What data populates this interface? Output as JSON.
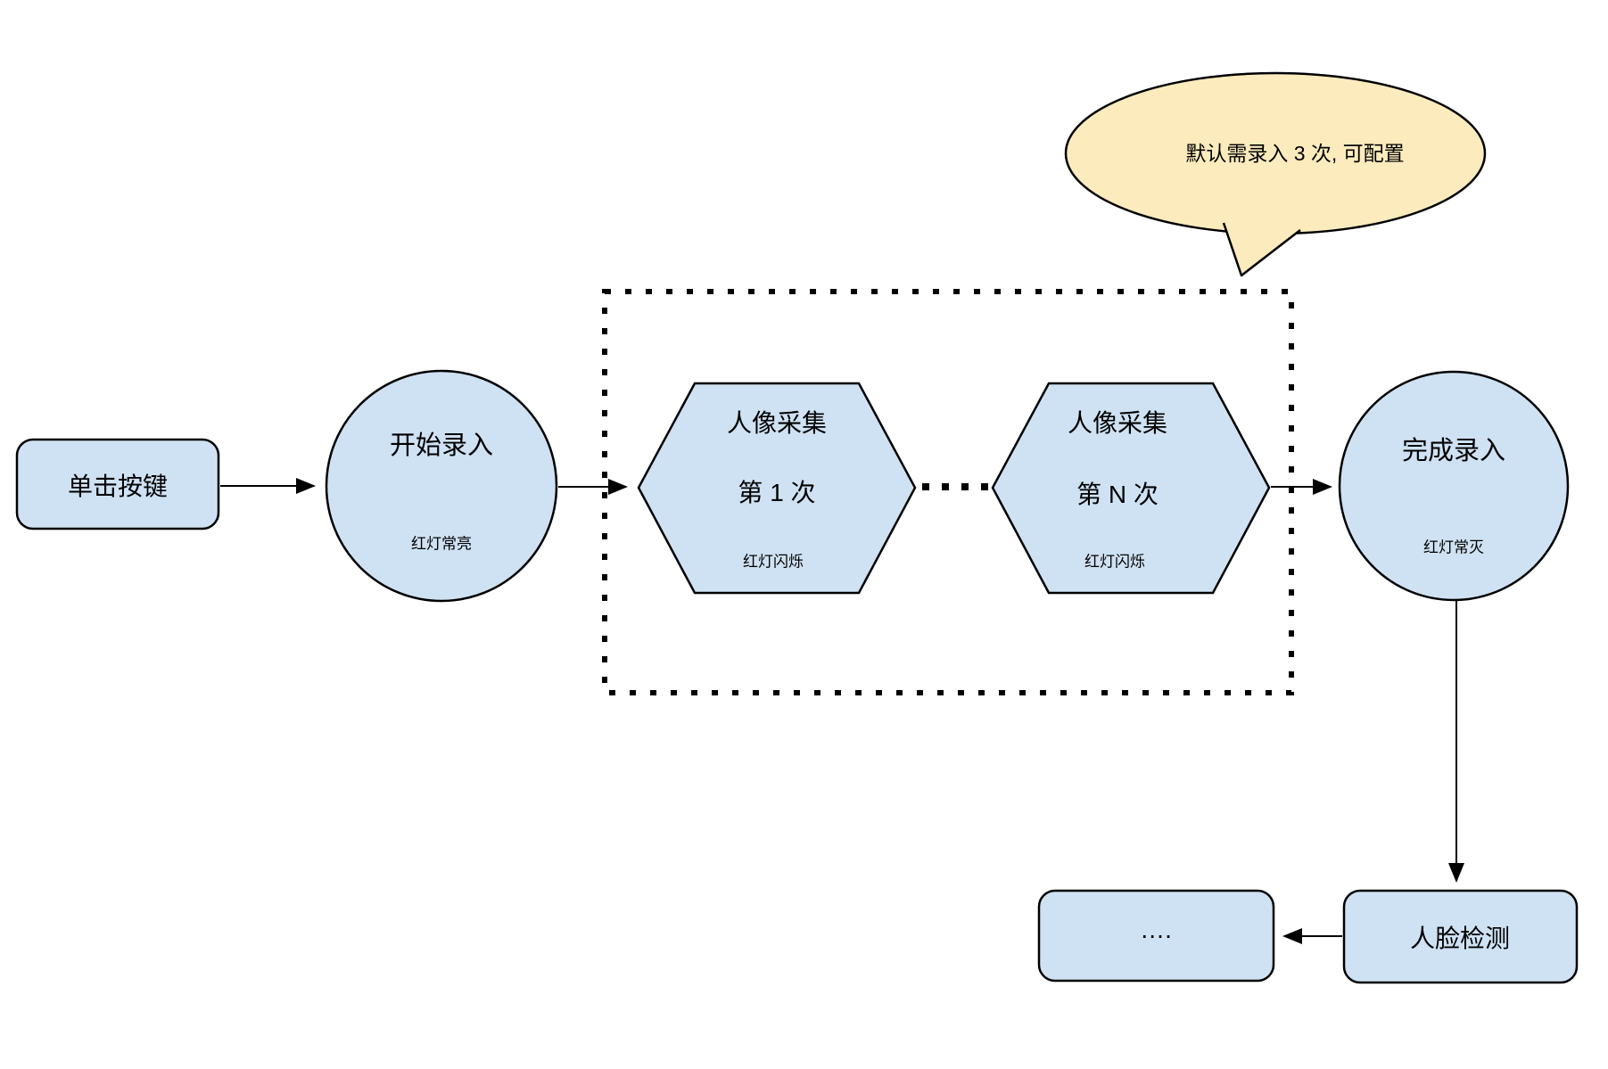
{
  "diagram": {
    "callout": {
      "text": "默认需录入 3 次, 可配置"
    },
    "nodes": {
      "start_button": {
        "label": "单击按键"
      },
      "start_record": {
        "label": "开始录入",
        "status": "红灯常亮"
      },
      "capture_first": {
        "title": "人像采集",
        "subtitle": "第 1 次",
        "status": "红灯闪烁"
      },
      "capture_nth": {
        "title": "人像采集",
        "subtitle": "第 N 次",
        "status": "红灯闪烁"
      },
      "finish_record": {
        "label": "完成录入",
        "status": "红灯常灭"
      },
      "face_detect": {
        "label": "人脸检测"
      },
      "continuation": {
        "label": "…."
      }
    },
    "colors": {
      "node_fill": "#cfe2f3",
      "node_stroke": "#000000",
      "callout_fill": "#fcebbd"
    }
  }
}
